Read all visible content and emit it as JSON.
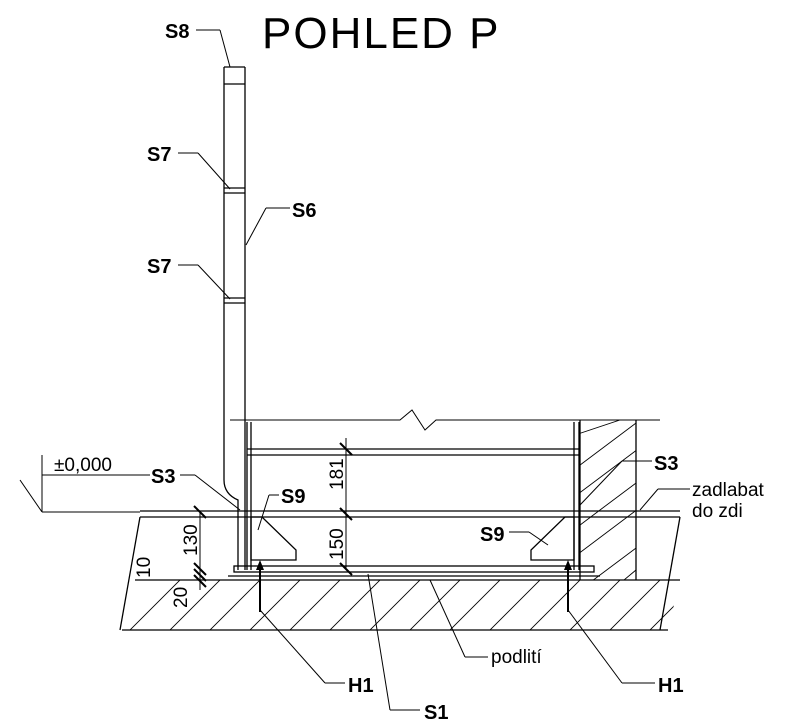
{
  "title": "POHLED P",
  "labels": {
    "s8": "S8",
    "s7_upper": "S7",
    "s6": "S6",
    "s7_lower": "S7",
    "s3_left": "S3",
    "s3_right": "S3",
    "s9_left": "S9",
    "s9_right": "S9",
    "h1_left": "H1",
    "h1_right": "H1",
    "s1": "S1"
  },
  "level_mark": "±0,000",
  "dimensions": {
    "d181": "181",
    "d150": "150",
    "d130": "130",
    "d10": "10",
    "d20": "20"
  },
  "notes": {
    "zadlabat_line1": "zadlabat",
    "zadlabat_line2": "do zdi",
    "podliti": "podlití"
  }
}
